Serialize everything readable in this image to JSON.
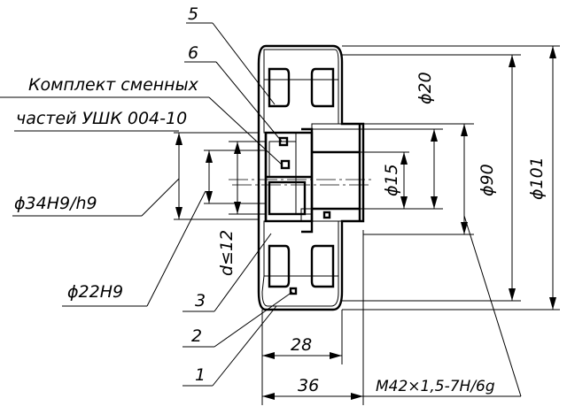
{
  "callouts": {
    "kit_line1": "Комплект сменных",
    "kit_line2": "частей УШК 004-10",
    "item_1": "1",
    "item_2": "2",
    "item_3": "3",
    "item_5": "5",
    "item_6": "6"
  },
  "dimensions": {
    "fit_outer": "ϕ34H9/h9",
    "fit_inner": "ϕ22H9",
    "d_limit": "d≤12",
    "dia_20": "ϕ20",
    "dia_15": "ϕ15",
    "dia_90": "ϕ90",
    "dia_101": "ϕ101",
    "len_28": "28",
    "len_36": "36",
    "thread": "M42×1,5-7H/6g"
  }
}
